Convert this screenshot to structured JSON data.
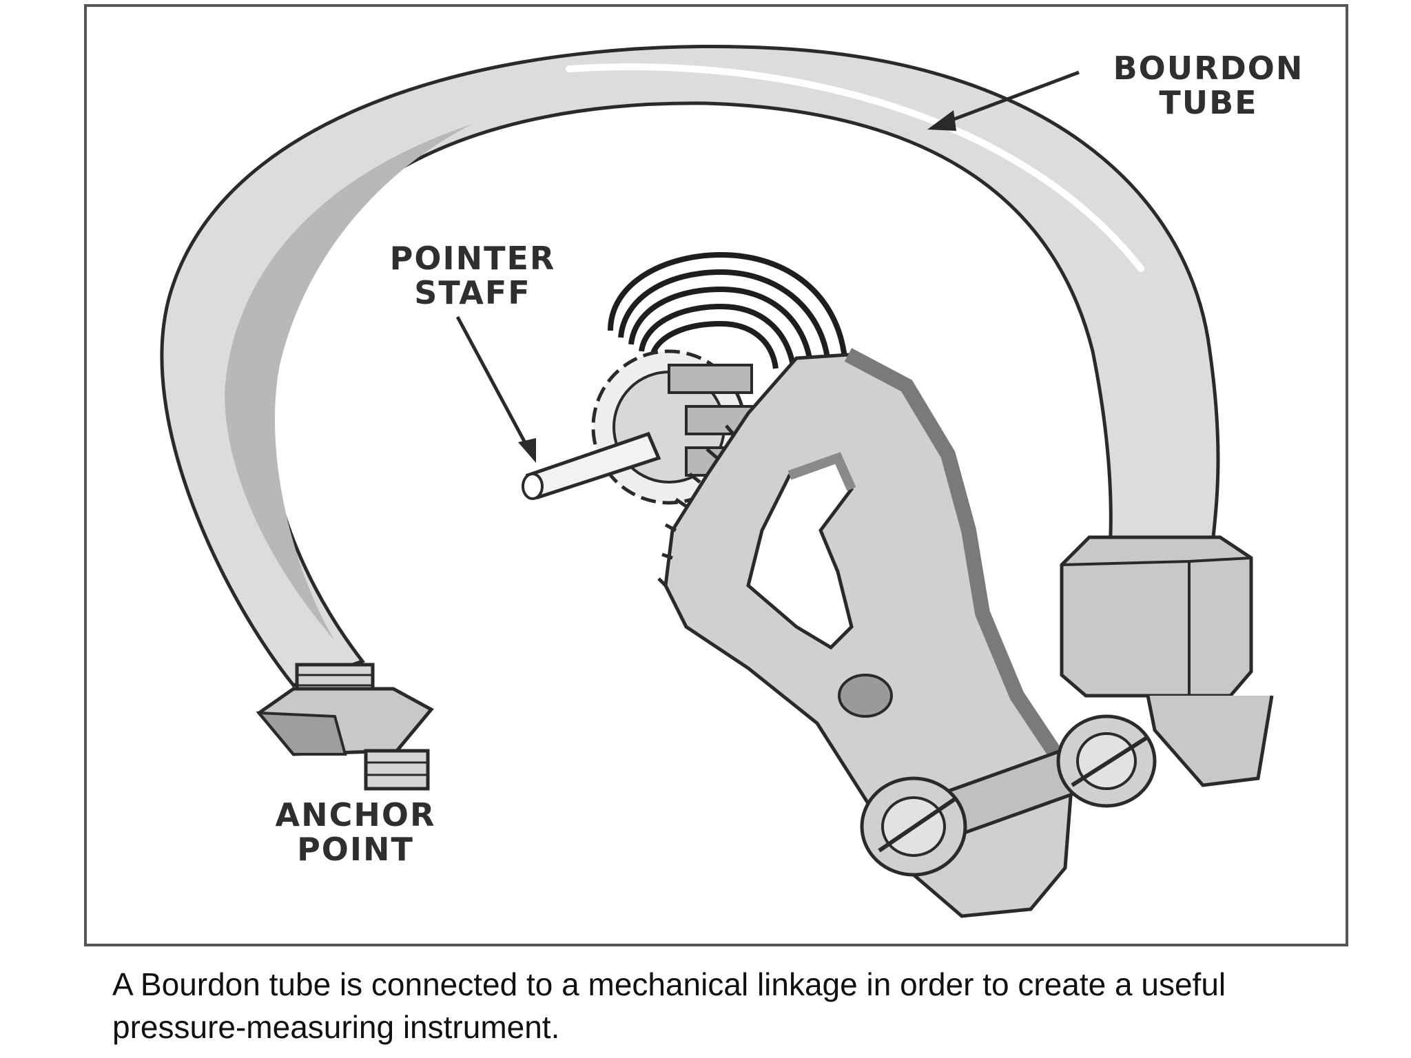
{
  "labels": {
    "bourdon_tube": [
      "BOURDON",
      "TUBE"
    ],
    "pointer_staff": [
      "POINTER",
      "STAFF"
    ],
    "anchor_point": [
      "ANCHOR",
      "POINT"
    ]
  },
  "caption": "A Bourdon tube is connected to a mechanical linkage in order to create a useful pressure-measuring instrument.",
  "colors": {
    "frame": "#555555",
    "tube_fill": "#dcdcdc",
    "tube_shade": "#b8b8b8",
    "metal": "#c8c8c8",
    "outline": "#2a2a2a",
    "label_text": "#2f2f2f"
  }
}
